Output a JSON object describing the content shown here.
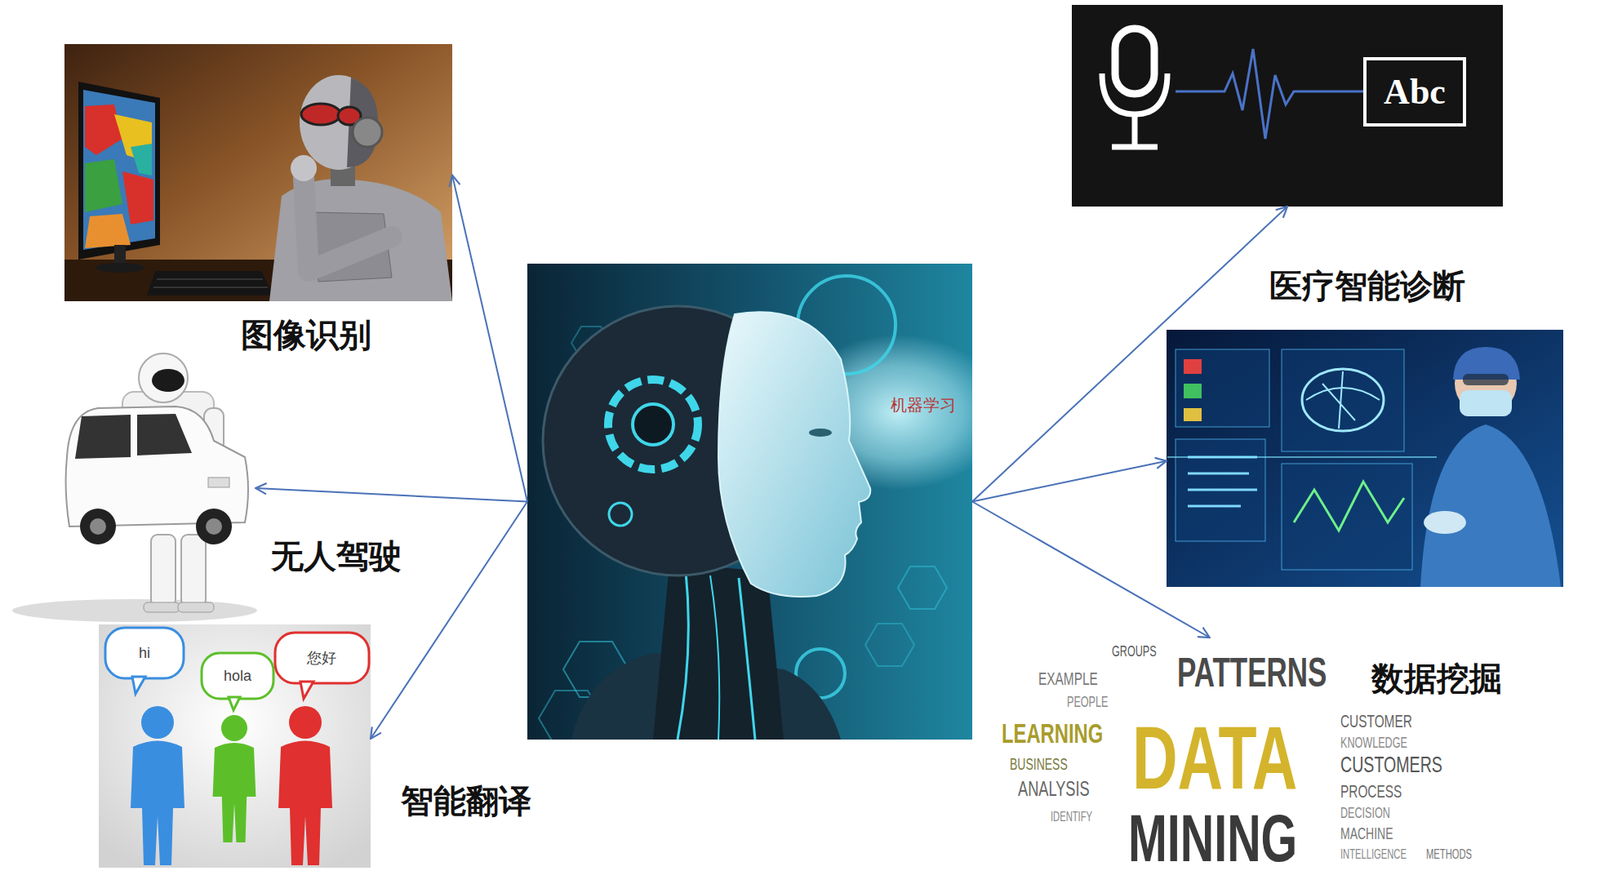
{
  "diagram": {
    "nodes": [
      {
        "text": [
          "图像识别"
        ]
      },
      {
        "text": [
          "Abc"
        ]
      },
      {
        "text": [
          "机器学习"
        ]
      },
      {
        "text": [
          "无人驾驶"
        ]
      },
      {
        "text": [
          "医疗智能诊断"
        ]
      },
      {
        "text": [
          "智能翻译",
          "hi",
          "hola",
          "您好"
        ]
      },
      {
        "text": [
          "数据挖掘",
          "PATTERNS",
          "DATA",
          "MINING",
          "LEARNING",
          "EXAMPLE",
          "GROUPS",
          "PEOPLE",
          "BUSINESS",
          "ANALYSIS",
          "IDENTIFY",
          "CUSTOMER",
          "KNOWLEDGE",
          "CUSTOMERS",
          "PROCESS",
          "DECISION",
          "MACHINE",
          "INTELLIGENCE",
          "METHODS"
        ]
      }
    ],
    "edges": [
      {
        "from": 2,
        "to": 0,
        "arrow": "to"
      },
      {
        "from": 2,
        "to": 3,
        "arrow": "to"
      },
      {
        "from": 2,
        "to": 5,
        "arrow": "to"
      },
      {
        "from": 2,
        "to": 1,
        "arrow": "to"
      },
      {
        "from": 2,
        "to": 4,
        "arrow": "to"
      },
      {
        "from": 2,
        "to": 6,
        "arrow": "to"
      }
    ]
  }
}
